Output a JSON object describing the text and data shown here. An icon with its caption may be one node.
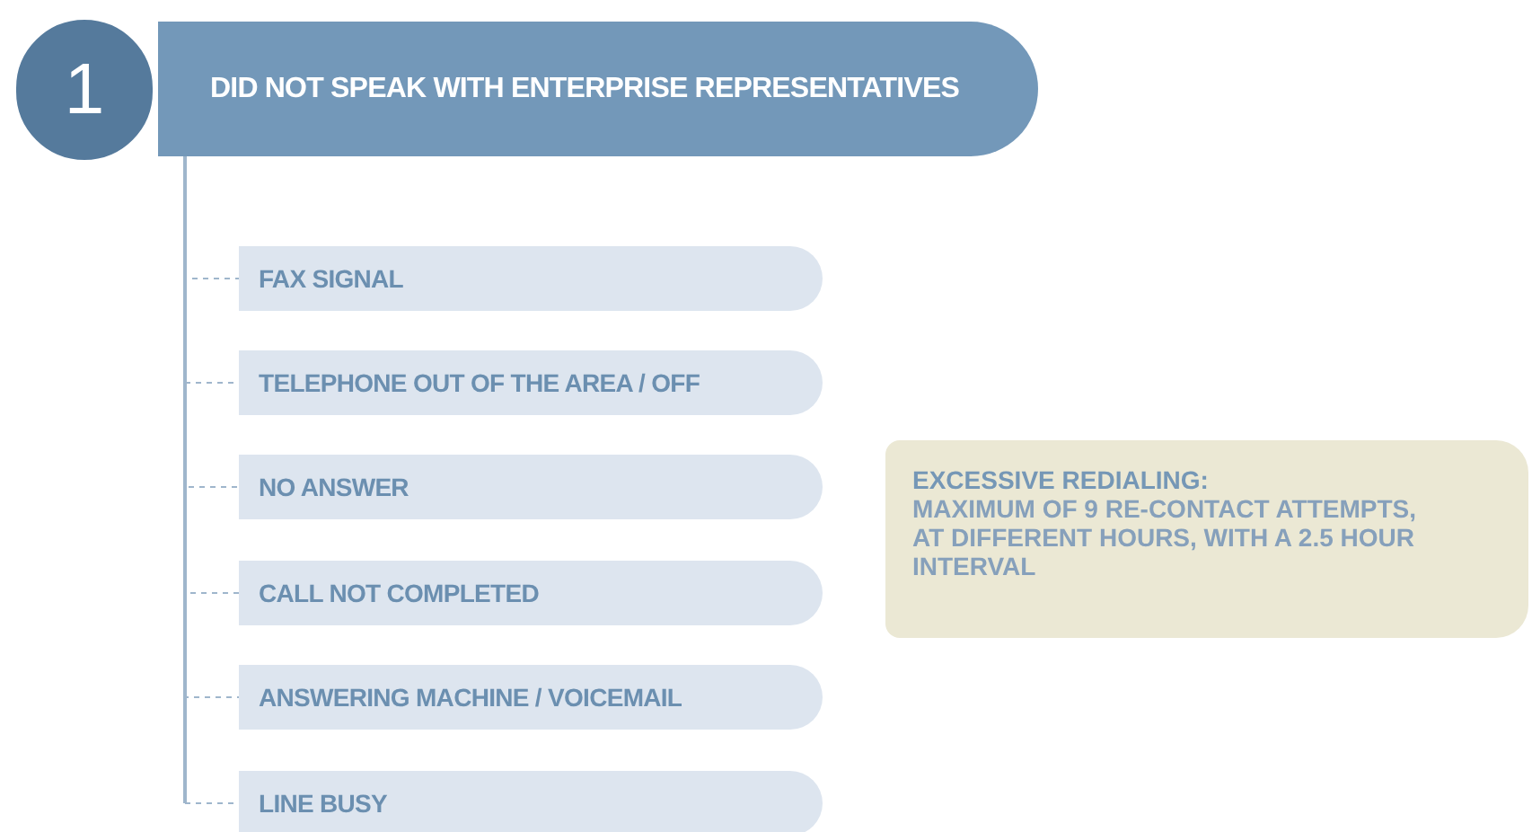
{
  "diagram": {
    "nodes": [
      {
        "text": [
          "1"
        ]
      },
      {
        "text": [
          "DID NOT SPEAK WITH ENTERPRISE REPRESENTATIVES"
        ]
      },
      {
        "text": [
          "FAX SIGNAL"
        ]
      },
      {
        "text": [
          "TELEPHONE OUT OF THE AREA / OFF"
        ]
      },
      {
        "text": [
          "NO ANSWER"
        ]
      },
      {
        "text": [
          "CALL NOT COMPLETED"
        ]
      },
      {
        "text": [
          "ANSWERING MACHINE / VOICEMAIL"
        ]
      },
      {
        "text": [
          "LINE BUSY"
        ]
      },
      {
        "text": [
          "EXCESSIVE REDIALING:",
          "MAXIMUM OF 9 RE-CONTACT ATTEMPTS, AT DIFFERENT HOURS, WITH A 2.5 HOUR INTERVAL"
        ]
      }
    ],
    "edges": [
      {
        "from": 1,
        "to": 2,
        "arrow": "none",
        "style": "dashed"
      },
      {
        "from": 1,
        "to": 3,
        "arrow": "none",
        "style": "dashed"
      },
      {
        "from": 1,
        "to": 4,
        "arrow": "none",
        "style": "dashed"
      },
      {
        "from": 1,
        "to": 5,
        "arrow": "none",
        "style": "dashed"
      },
      {
        "from": 1,
        "to": 6,
        "arrow": "none",
        "style": "dashed"
      },
      {
        "from": 1,
        "to": 7,
        "arrow": "none",
        "style": "dashed"
      }
    ]
  }
}
